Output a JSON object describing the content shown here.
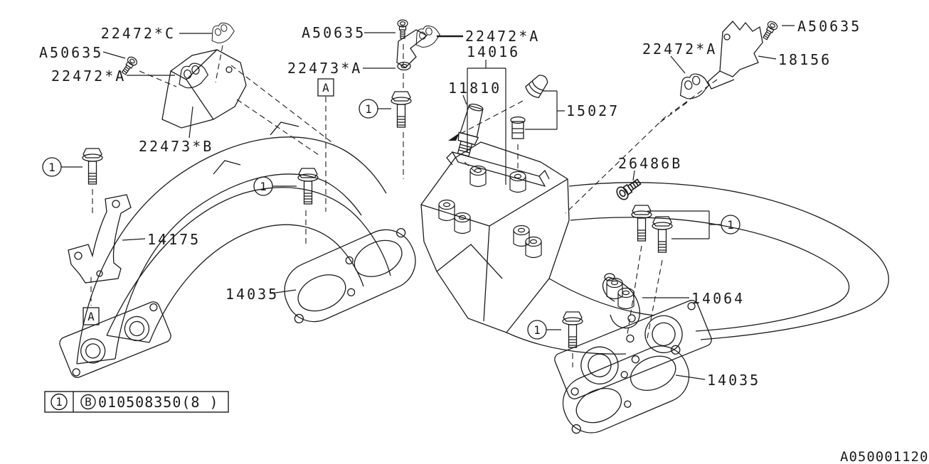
{
  "page": {
    "background": "#ffffff",
    "line_color": "#1c1c1c"
  },
  "parts": {
    "p22472_c": "22472*C",
    "p22472_a": "22472*A",
    "p22473_b": "22473*B",
    "p22473_a": "22473*A",
    "a50635": "A50635",
    "p14016": "14016",
    "p11810": "11810",
    "p15027": "15027",
    "p18156": "18156",
    "p26486b": "26486B",
    "p14175": "14175",
    "p14035": "14035",
    "p14064": "14064"
  },
  "markers": {
    "ref1": "1",
    "view_a": "A"
  },
  "legend": {
    "ref_marker": "1",
    "bolt_marker": "B",
    "bolt_part_code": "010508350(8  )"
  },
  "footer": {
    "drawing_code": "A050001120"
  }
}
